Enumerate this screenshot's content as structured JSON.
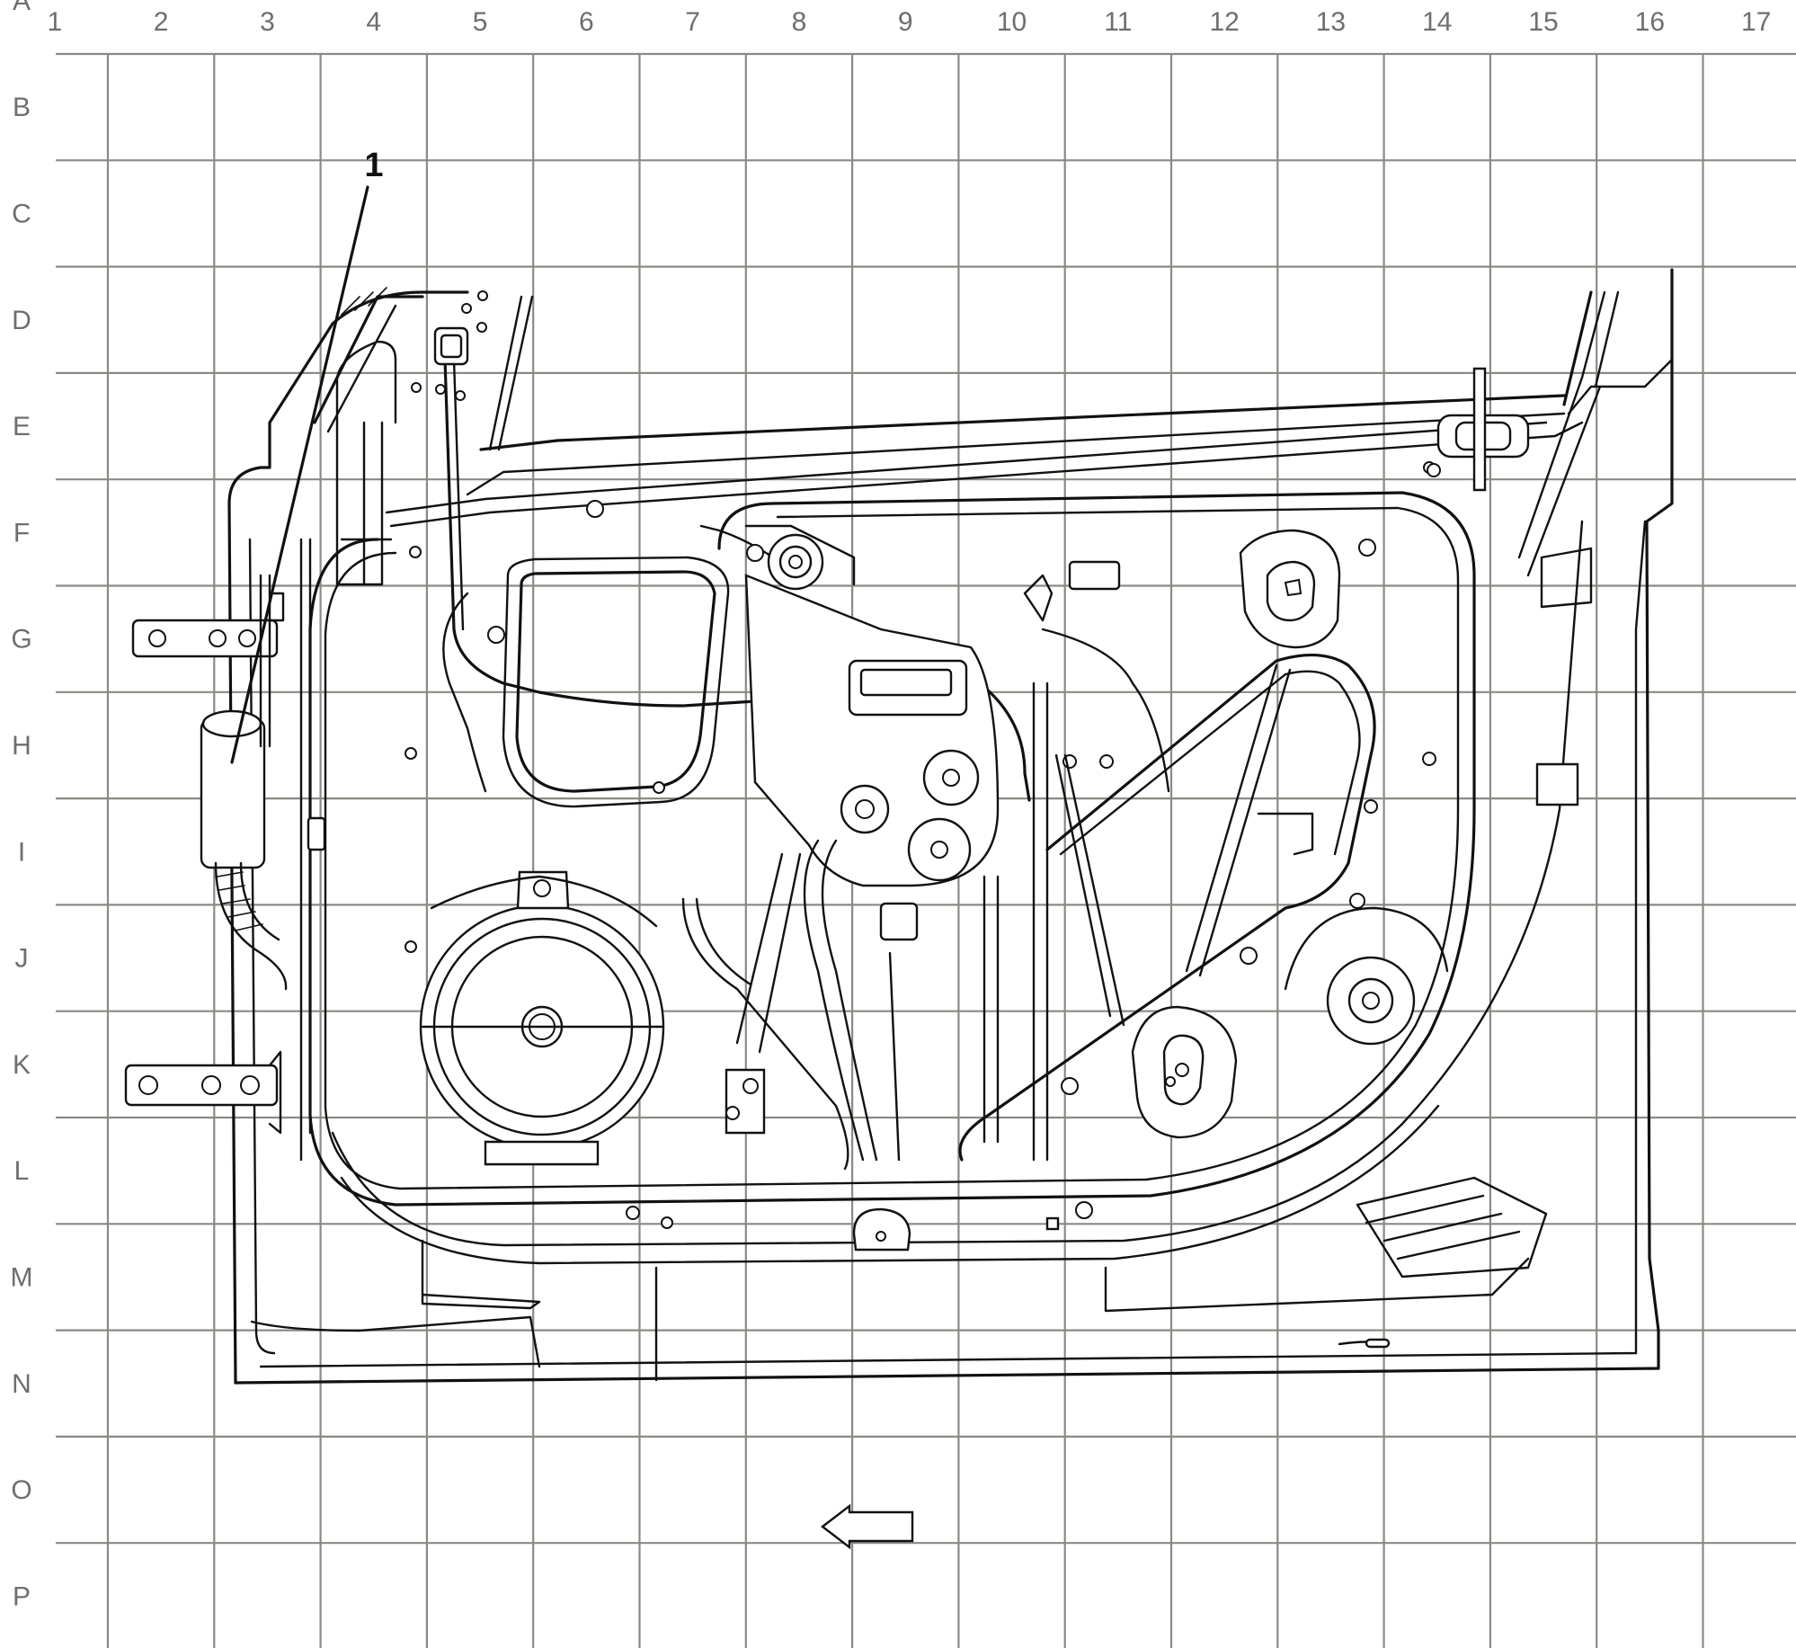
{
  "grid": {
    "columns": [
      "1",
      "2",
      "3",
      "4",
      "5",
      "6",
      "7",
      "8",
      "9",
      "10",
      "11",
      "12",
      "13",
      "14",
      "15",
      "16",
      "17"
    ],
    "rows": [
      "A",
      "B",
      "C",
      "D",
      "E",
      "F",
      "G",
      "H",
      "I",
      "J",
      "K",
      "L",
      "M",
      "N",
      "O",
      "P"
    ]
  },
  "callouts": [
    {
      "label": "1"
    }
  ],
  "colors": {
    "grid": "#8a8a84",
    "line": "#111111",
    "label": "#6e6e6e",
    "background": "#ffffff"
  },
  "icons": [
    "front-direction-arrow-icon"
  ]
}
